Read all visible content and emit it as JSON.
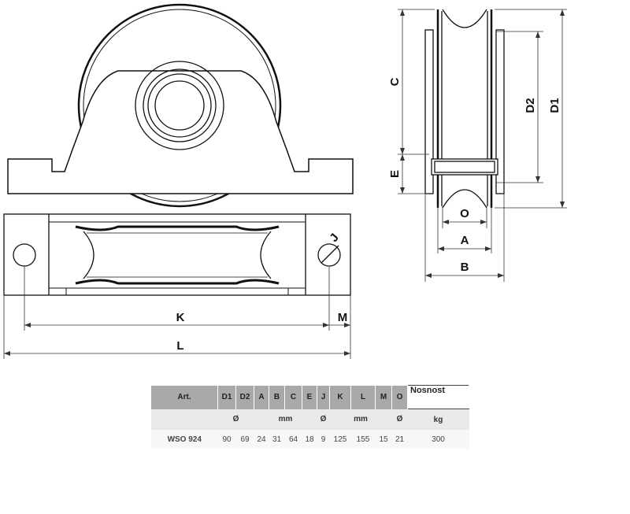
{
  "labels": {
    "c": "C",
    "d2": "D2",
    "d1": "D1",
    "e": "E",
    "o": "O",
    "a": "A",
    "b": "B",
    "j": "J",
    "k": "K",
    "m": "M",
    "l": "L"
  },
  "table": {
    "headers": [
      "Art.",
      "D1",
      "D2",
      "A",
      "B",
      "C",
      "E",
      "J",
      "K",
      "L",
      "M",
      "O",
      "Nosnost"
    ],
    "units": {
      "diameter1": "Ø",
      "mm1": "mm",
      "diameter2": "Ø",
      "mm2": "mm",
      "diameter3": "Ø",
      "kg": "kg"
    },
    "row": {
      "art": "WSO 924",
      "values": [
        "90",
        "69",
        "24",
        "31",
        "64",
        "18",
        "9",
        "125",
        "155",
        "15",
        "21"
      ],
      "load": "300"
    }
  }
}
